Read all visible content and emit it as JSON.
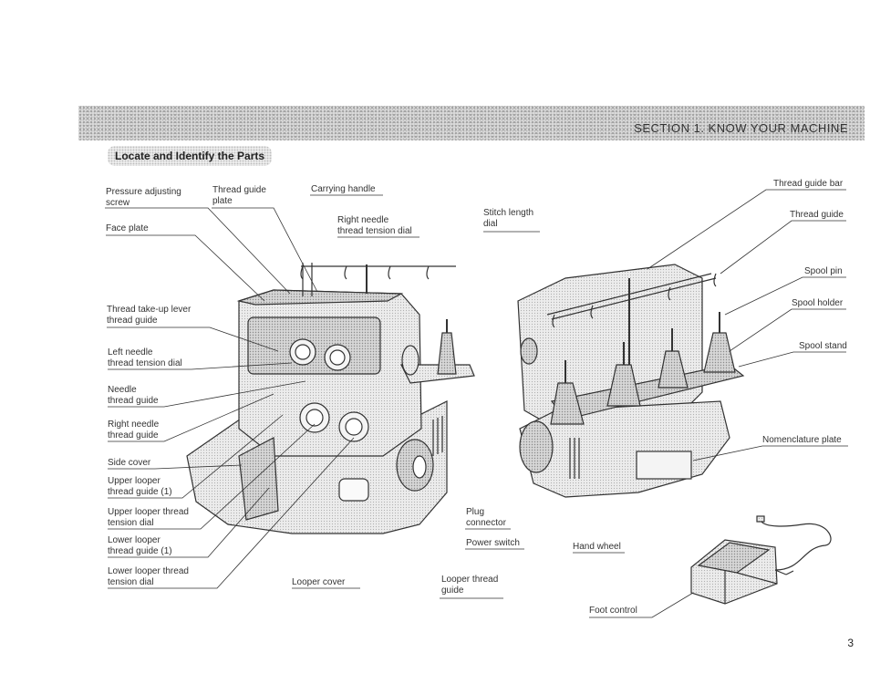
{
  "header": {
    "section_title": "SECTION 1. KNOW YOUR MACHINE"
  },
  "subheading": "Locate and Identify the Parts",
  "labels": {
    "pressure_adjusting_screw": "Pressure adjusting screw",
    "thread_guide_plate": "Thread guide plate",
    "carrying_handle": "Carrying handle",
    "right_needle_tension_dial": "Right needle thread tension dial",
    "stitch_length_dial": "Stitch length dial",
    "face_plate": "Face plate",
    "take_up_lever_guide": "Thread take-up lever thread guide",
    "left_needle_tension_dial": "Left needle thread tension dial",
    "needle_thread_guide": "Needle thread guide",
    "right_needle_thread_guide": "Right needle thread guide",
    "side_cover": "Side cover",
    "upper_looper_thread_guide": "Upper looper thread guide (1)",
    "upper_looper_tension_dial": "Upper looper thread tension dial",
    "lower_looper_thread_guide": "Lower looper thread guide (1)",
    "lower_looper_tension_dial": "Lower looper thread tension dial",
    "looper_cover": "Looper cover",
    "looper_thread_guide": "Looper thread guide",
    "plug_connector": "Plug connector",
    "power_switch": "Power switch",
    "thread_guide_bar": "Thread guide bar",
    "thread_guide": "Thread guide",
    "spool_pin": "Spool pin",
    "spool_holder": "Spool holder",
    "spool_stand": "Spool stand",
    "nomenclature_plate": "Nomenclature plate",
    "hand_wheel": "Hand wheel",
    "foot_control": "Foot control"
  },
  "label_lines": {
    "pressure_adjusting_screw": [
      "Pressure adjusting",
      "screw"
    ],
    "thread_guide_plate": [
      "Thread guide",
      "plate"
    ],
    "right_needle_tension_dial": [
      "Right needle",
      "thread tension dial"
    ],
    "stitch_length_dial": [
      "Stitch length",
      "dial"
    ],
    "take_up_lever_guide": [
      "Thread take-up lever",
      "thread guide"
    ],
    "left_needle_tension_dial": [
      "Left needle",
      "thread tension dial"
    ],
    "needle_thread_guide": [
      "Needle",
      "thread guide"
    ],
    "right_needle_thread_guide": [
      "Right needle",
      "thread guide"
    ],
    "upper_looper_thread_guide": [
      "Upper looper",
      "thread guide (1)"
    ],
    "upper_looper_tension_dial": [
      "Upper looper thread",
      "tension dial"
    ],
    "lower_looper_thread_guide": [
      "Lower looper",
      "thread guide (1)"
    ],
    "lower_looper_tension_dial": [
      "Lower looper thread",
      "tension dial"
    ],
    "looper_thread_guide": [
      "Looper thread",
      "guide"
    ],
    "plug_connector": [
      "Plug",
      "connector"
    ]
  },
  "page_number": "3",
  "colors": {
    "banner": "#d9d9d9",
    "line": "#333333",
    "machine_fill": "#e6e6e6",
    "machine_shade": "#c8c8c8"
  }
}
